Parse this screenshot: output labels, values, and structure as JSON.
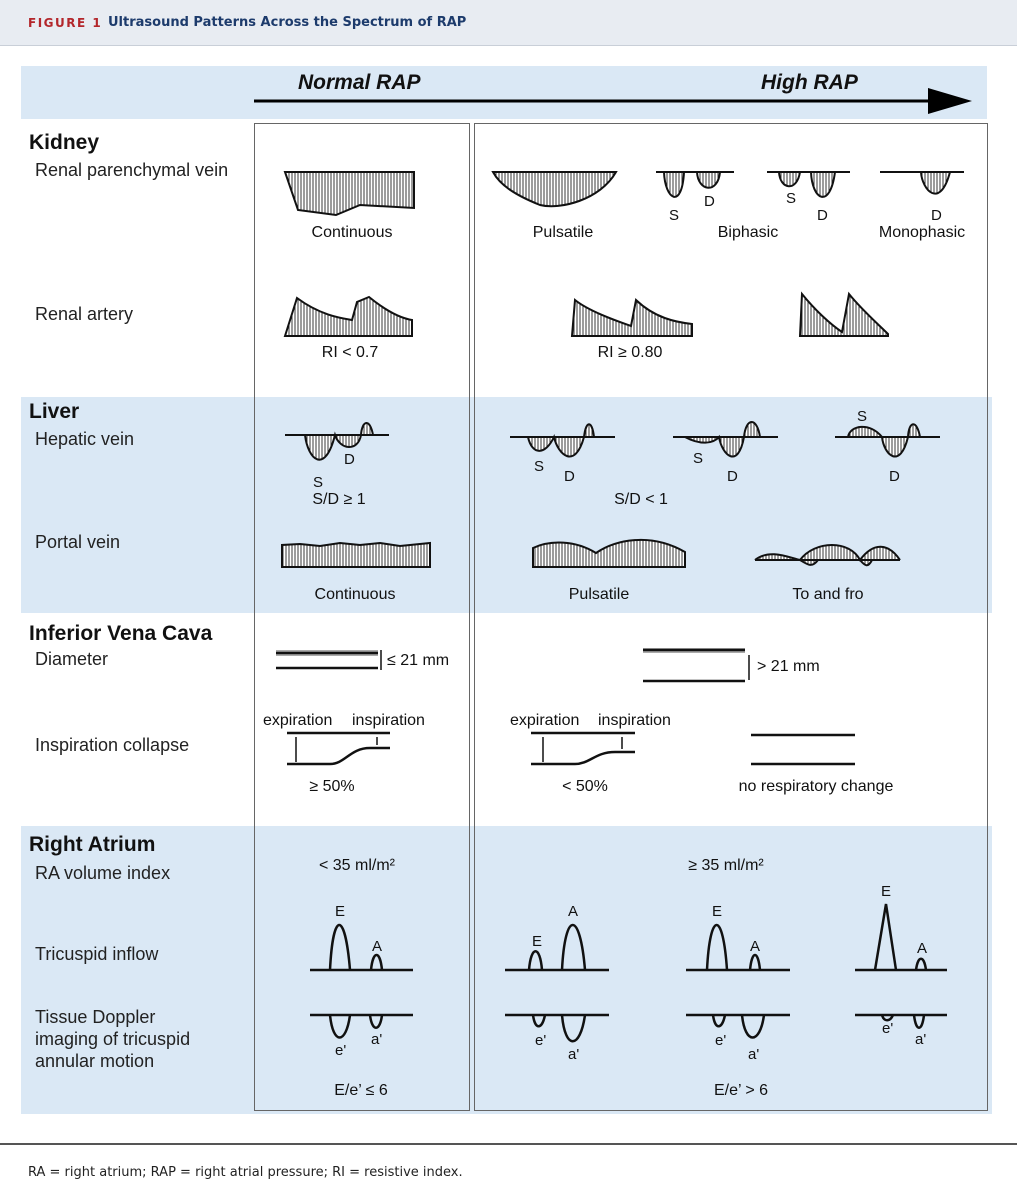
{
  "figure": {
    "label": "FIGURE 1",
    "title": "Ultrasound Patterns Across the Spectrum of RAP"
  },
  "arrow": {
    "left": "Normal RAP",
    "right": "High RAP"
  },
  "sections": {
    "kidney": {
      "title": "Kidney",
      "row1": "Renal parenchymal vein",
      "row2": "Renal artery"
    },
    "liver": {
      "title": "Liver",
      "row1": "Hepatic vein",
      "row2": "Portal vein"
    },
    "ivc": {
      "title": "Inferior Vena Cava",
      "row1": "Diameter",
      "row2": "Inspiration collapse"
    },
    "ra": {
      "title": "Right Atrium",
      "row1": "RA volume index",
      "row2": "Tricuspid inflow",
      "row3a": "Tissue Doppler",
      "row3b": "imaging of tricuspid",
      "row3c": "annular motion"
    }
  },
  "labels": {
    "continuous": "Continuous",
    "pulsatile": "Pulsatile",
    "biphasic": "Biphasic",
    "monophasic": "Monophasic",
    "ri_low": "RI < 0.7",
    "ri_high": "RI ≥ 0.80",
    "sd_high": "S/D ≥ 1",
    "sd_low": "S/D < 1",
    "to_and_fro": "To and fro",
    "diam_low": "≤ 21 mm",
    "diam_high": "> 21 mm",
    "expiration": "expiration",
    "inspiration": "inspiration",
    "collapse_high": "≥ 50%",
    "collapse_low": "< 50%",
    "no_change": "no respiratory change",
    "rvi_low": "< 35 ml/m²",
    "rvi_high": "≥ 35 ml/m²",
    "ee_low": "E/e’ ≤ 6",
    "ee_high": "E/e’ > 6",
    "S": "S",
    "D": "D",
    "E": "E",
    "A": "A",
    "e": "e'",
    "a": "a'"
  },
  "footnote": "RA = right atrium; RAP = right atrial pressure; RI = resistive index."
}
